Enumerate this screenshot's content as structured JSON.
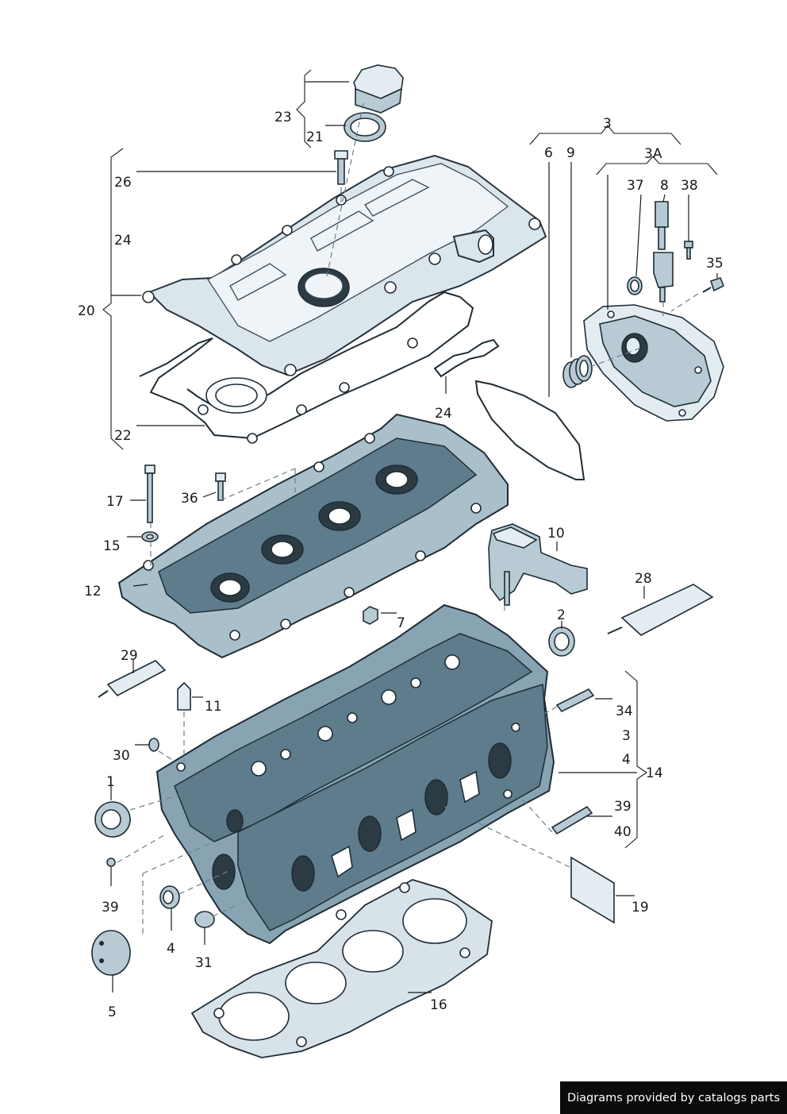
{
  "labels": {
    "l1": "1",
    "l2": "2",
    "l3": "3",
    "l3a": "3A",
    "l3b": "3",
    "l4": "4",
    "l4b": "4",
    "l5": "5",
    "l6": "6",
    "l7": "7",
    "l8": "8",
    "l9": "9",
    "l10": "10",
    "l11": "11",
    "l12": "12",
    "l14": "14",
    "l15": "15",
    "l16": "16",
    "l17": "17",
    "l19": "19",
    "l20": "20",
    "l21": "21",
    "l22": "22",
    "l23": "23",
    "l24": "24",
    "l24b": "24",
    "l26": "26",
    "l28": "28",
    "l29": "29",
    "l30": "30",
    "l31": "31",
    "l34": "34",
    "l35": "35",
    "l36": "36",
    "l37": "37",
    "l38": "38",
    "l39": "39",
    "l39b": "39",
    "l40": "40"
  },
  "credit": "Diagrams provided by catalogs parts",
  "colors": {
    "cover": "#dbe6ec",
    "head": "#88a4b2",
    "outline": "#1e2c35",
    "credit_bg": "#0b0b0b"
  }
}
